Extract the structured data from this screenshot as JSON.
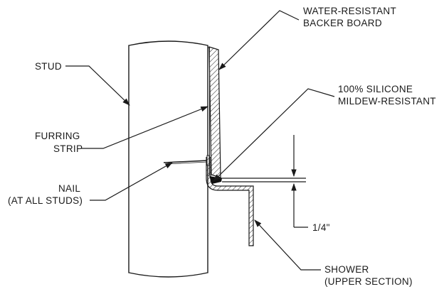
{
  "labels": {
    "backer_board_line1": "WATER-RESISTANT",
    "backer_board_line2": "BACKER BOARD",
    "stud": "STUD",
    "silicone_line1": "100% SILICONE",
    "silicone_line2": "MILDEW-RESISTANT",
    "furring_line1": "FURRING",
    "furring_line2": "STRIP",
    "nail_line1": "NAIL",
    "nail_line2": "(AT ALL STUDS)",
    "dimension": "1/4\"",
    "shower_line1": "SHOWER",
    "shower_line2": "(UPPER SECTION)"
  },
  "components": [
    "stud",
    "furring-strip",
    "backer-board",
    "nail",
    "silicone-bead",
    "shower-flange"
  ],
  "colors": {
    "line": "#1a1a1a",
    "background": "#ffffff",
    "silicone": "#111111"
  }
}
